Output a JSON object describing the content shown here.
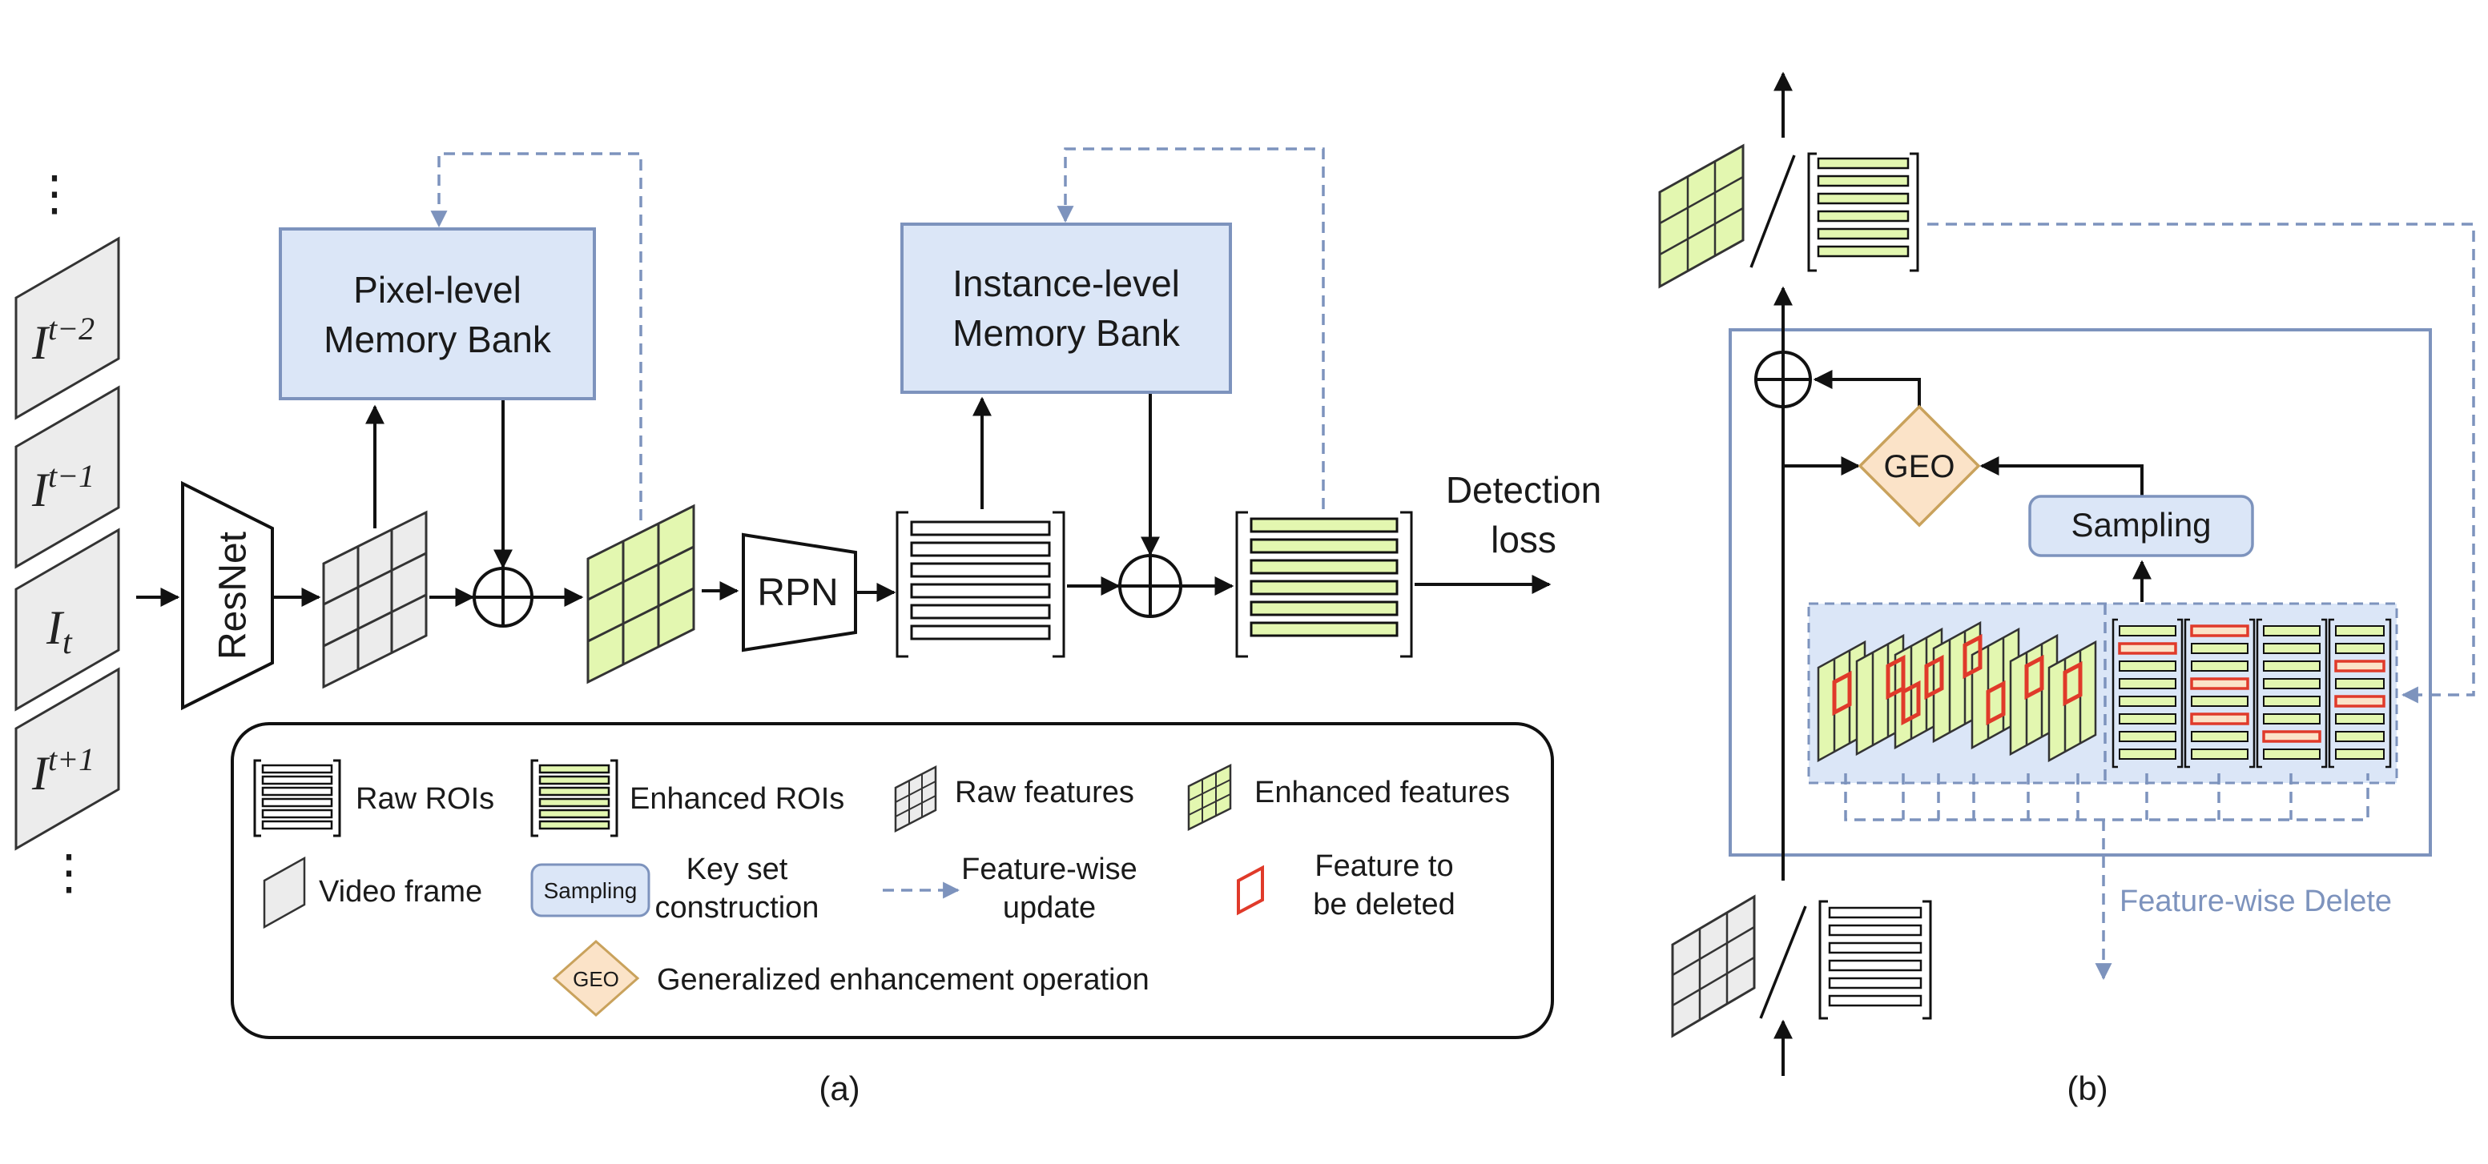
{
  "panel_a": {
    "frames": [
      {
        "base": "I",
        "sub": "t−2"
      },
      {
        "base": "I",
        "sub": "t−1"
      },
      {
        "base": "I",
        "sub": "t"
      },
      {
        "base": "I",
        "sub": "t+1"
      }
    ],
    "ellipsis_top": "⋮",
    "ellipsis_bottom": "⋮",
    "resnet": "ResNet",
    "pixel_bank": [
      "Pixel-level",
      "Memory Bank"
    ],
    "instance_bank": [
      "Instance-level",
      "Memory Bank"
    ],
    "rpn": "RPN",
    "detection_loss": [
      "Detection",
      "loss"
    ],
    "caption": "(a)"
  },
  "legend": {
    "raw_rois": "Raw ROIs",
    "enhanced_rois": "Enhanced ROIs",
    "raw_features": "Raw features",
    "enhanced_features": "Enhanced features",
    "video_frame": "Video frame",
    "sampling_chip": "Sampling",
    "key_set": [
      "Key set",
      "construction"
    ],
    "feature_update": [
      "Feature-wise",
      "update"
    ],
    "feature_delete": [
      "Feature to",
      "be deleted"
    ],
    "geo_chip": "GEO",
    "geo_desc": "Generalized enhancement operation"
  },
  "panel_b": {
    "geo": "GEO",
    "sampling": "Sampling",
    "feature_wise_delete": "Feature-wise Delete",
    "caption": "(b)"
  },
  "colors": {
    "memory_bank_fill": "#dbe6f7",
    "memory_bank_stroke": "#7d93bd",
    "enhanced_green": "#e3f7b0",
    "raw_gray": "#ececec",
    "geo_fill": "#fbe3c8",
    "geo_stroke": "#c9a25c",
    "delete_red": "#e03a2a",
    "dash_blue": "#7d93bd"
  }
}
